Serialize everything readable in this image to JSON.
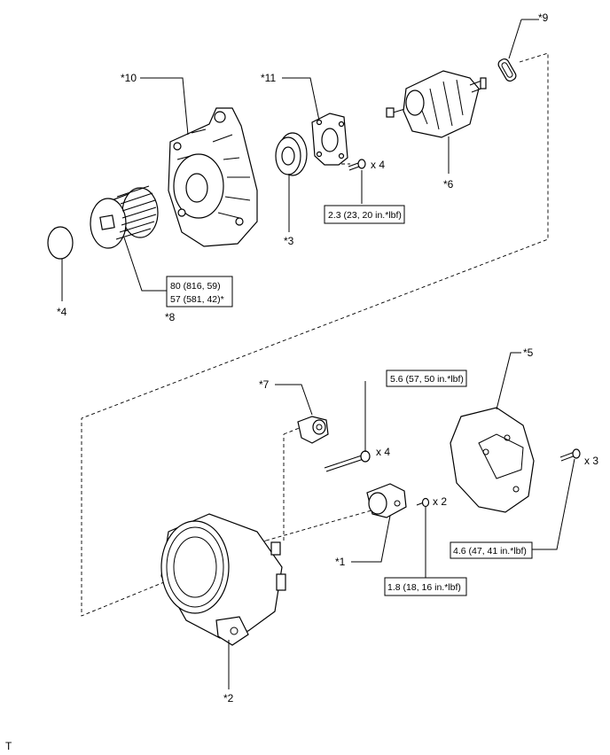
{
  "diagram": {
    "footer_mark": "T",
    "callouts": {
      "c1": "*1",
      "c2": "*2",
      "c3": "*3",
      "c4": "*4",
      "c5": "*5",
      "c6": "*6",
      "c7": "*7",
      "c8": "*8",
      "c9": "*9",
      "c10": "*10",
      "c11": "*11"
    },
    "torque_specs": {
      "rear_bearing_plate_screws": "2.3 (23, 20 in.*lbf)",
      "pulley_line1": "80 (816, 59)",
      "pulley_line2": "57 (581, 42)*",
      "through_bolts": "5.6 (57, 50 in.*lbf)",
      "cover_bolts": "4.6 (47, 41 in.*lbf)",
      "brush_holder_screws": "1.8 (18, 16 in.*lbf)"
    },
    "quantities": {
      "bearing_plate_screws": "x 4",
      "through_bolts": "x 4",
      "cover_bolts": "x 3",
      "brush_holder_screws": "x 2"
    }
  }
}
